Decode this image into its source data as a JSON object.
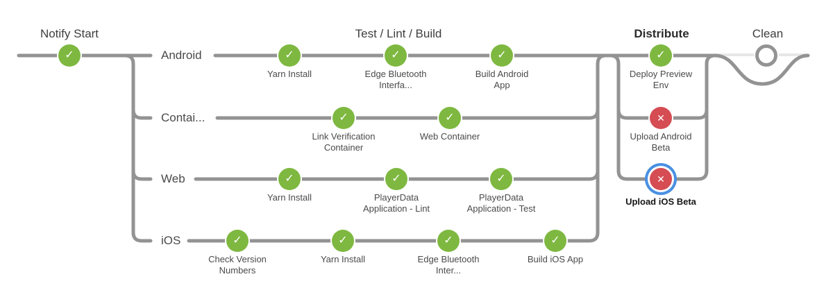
{
  "colors": {
    "success": "#7eb840",
    "failure": "#d54c53",
    "ring": "#4a90e2",
    "line": "#949393",
    "line-pending": "#e7e7e7",
    "heading": "#3e3e3e",
    "label": "#4a4a4a",
    "selected-text": "#161616"
  },
  "icons": {
    "check": "✓",
    "x": "✕"
  },
  "stage_headers": [
    {
      "label": "Notify Start"
    },
    {
      "label": "Test / Lint / Build"
    },
    {
      "label": "Distribute"
    },
    {
      "label": "Clean"
    }
  ],
  "branches": {
    "android": {
      "label": "Android"
    },
    "container": {
      "label": "Contai..."
    },
    "web": {
      "label": "Web"
    },
    "ios": {
      "label": "iOS"
    }
  },
  "nodes": {
    "notify_start": {
      "status": "success"
    },
    "android": [
      {
        "label": "Yarn Install",
        "status": "success"
      },
      {
        "label": "Edge Bluetooth Interfa...",
        "status": "success"
      },
      {
        "label": "Build Android App",
        "status": "success"
      }
    ],
    "container": [
      {
        "label": "Link Verification Container",
        "status": "success"
      },
      {
        "label": "Web Container",
        "status": "success"
      }
    ],
    "web": [
      {
        "label": "Yarn Install",
        "status": "success"
      },
      {
        "label": "PlayerData Application - Lint",
        "status": "success"
      },
      {
        "label": "PlayerData Application - Test",
        "status": "success"
      }
    ],
    "ios": [
      {
        "label": "Check Version Numbers",
        "status": "success"
      },
      {
        "label": "Yarn Install",
        "status": "success"
      },
      {
        "label": "Edge Bluetooth Inter...",
        "status": "success"
      },
      {
        "label": "Build iOS App",
        "status": "success"
      }
    ],
    "distribute": [
      {
        "label": "Deploy Preview Env",
        "status": "success"
      },
      {
        "label": "Upload Android Beta",
        "status": "failure"
      },
      {
        "label": "Upload iOS Beta",
        "status": "failure",
        "selected": true
      }
    ],
    "clean": {
      "status": "not_built"
    }
  }
}
